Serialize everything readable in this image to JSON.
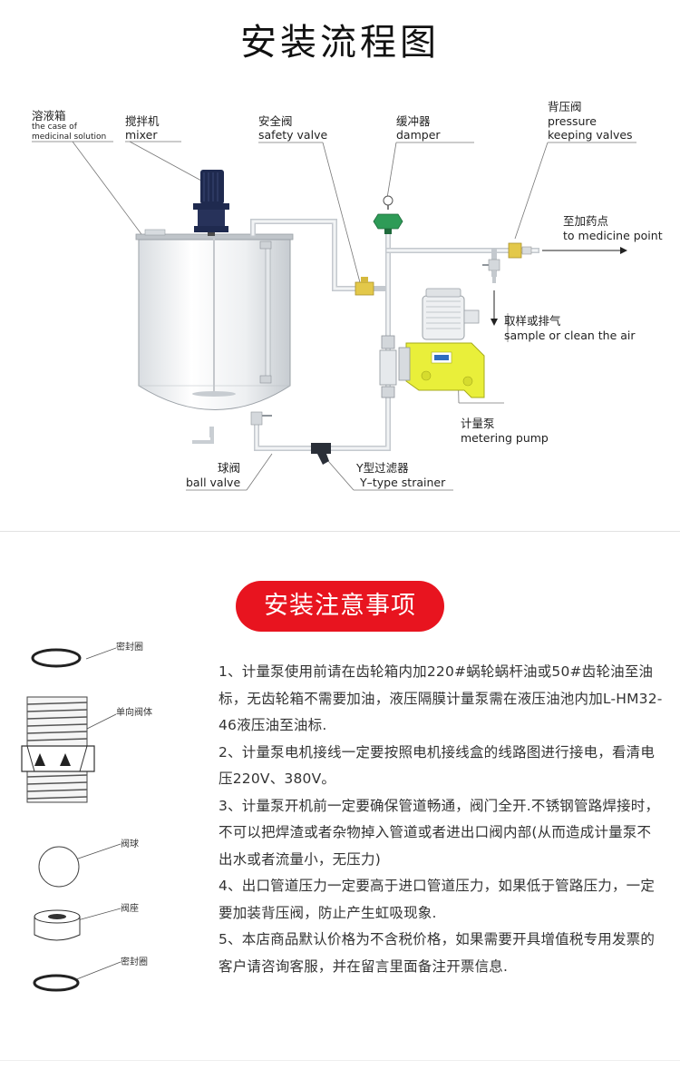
{
  "title": "安装流程图",
  "labels": {
    "tank_cn": "溶液箱",
    "tank_en1": "the case of",
    "tank_en2": "medicinal solution",
    "mixer_cn": "搅拌机",
    "mixer_en": "mixer",
    "safety_cn": "安全阀",
    "safety_en": "safety valve",
    "damper_cn": "缓冲器",
    "damper_en": "damper",
    "backpressure_cn": "背压阀",
    "backpressure_en1": "pressure",
    "backpressure_en2": "keeping valves",
    "dosing_cn": "至加药点",
    "dosing_en": "to medicine point",
    "sample_cn": "取样或排气",
    "sample_en": "sample or clean the air",
    "pump_cn": "计量泵",
    "pump_en": "metering pump",
    "strainer_cn": "Y型过滤器",
    "strainer_en": "Y–type strainer",
    "ball_cn": "球阀",
    "ball_en": "ball valve"
  },
  "section_title": "安装注意事项",
  "parts": {
    "seal_top": "密封圈",
    "check_valve": "单向阀体",
    "ball": "阀球",
    "seat": "阀座",
    "seal_bottom": "密封圈"
  },
  "notes": [
    "1、计量泵使用前请在齿轮箱内加220#蜗轮蜗杆油或50#齿轮油至油标，无齿轮箱不需要加油，液压隔膜计量泵需在液压油池内加L-HM32-46液压油至油标.",
    "2、计量泵电机接线一定要按照电机接线盒的线路图进行接电，看清电压220V、380V。",
    "3、计量泵开机前一定要确保管道畅通，阀门全开.不锈钢管路焊接时，不可以把焊渣或者杂物掉入管道或者进出口阀内部(从而造成计量泵不出水或者流量小，无压力)",
    "4、出口管道压力一定要高于进口管道压力，如果低于管路压力，一定要加装背压阀，防止产生虹吸现象.",
    "5、本店商品默认价格为不含税价格，如果需要开具增值税专用发票的客户请咨询客服，并在留言里面备注开票信息."
  ],
  "colors": {
    "badge": "#e8141f",
    "pump_yellow": "#e9ef3a",
    "motor_navy": "#1f2a4f",
    "damper_green": "#2e9b57",
    "valve_yellow": "#e3c84a"
  }
}
